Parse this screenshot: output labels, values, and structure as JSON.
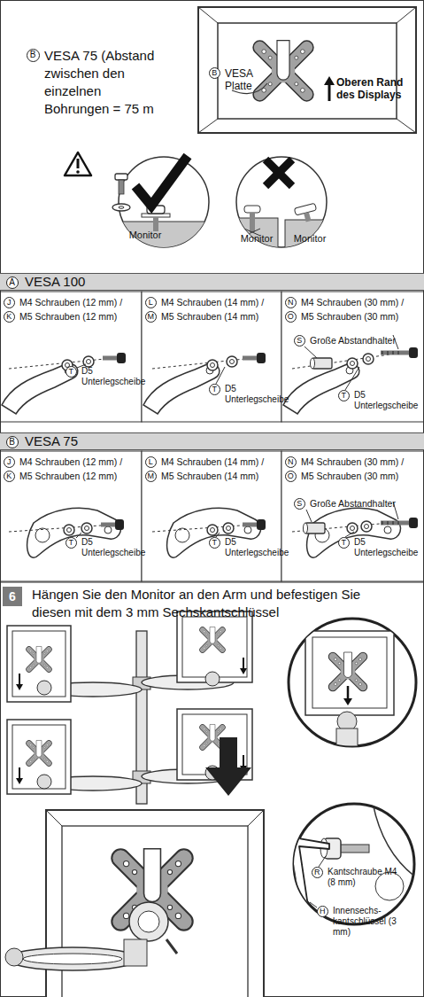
{
  "diagram": {
    "nodes": [
      {
        "text": [
          "B",
          "VESA 75 (Abstand zwischen den einzelnen Bohrungen = 75 m"
        ]
      },
      {
        "text": [
          "Oberen Rand des Displays"
        ]
      },
      {
        "text": [
          "B",
          "VESA Platte"
        ],
        "in": 1
      },
      {
        "text": [
          "Monitor"
        ]
      },
      {
        "text": [
          "Monitor"
        ]
      },
      {
        "text": [
          "Monitor"
        ]
      },
      {
        "text": [
          "VESA 100"
        ]
      },
      {
        "text": [
          "A"
        ],
        "in": 6
      },
      {
        "text": [
          "J",
          "M4 Schrauben (12 mm) /"
        ]
      },
      {
        "text": [
          "K",
          "M5 Schrauben (12 mm)"
        ]
      },
      {
        "text": [
          "T",
          "D5 Unterlegscheibe"
        ]
      },
      {
        "text": [
          "L",
          "M4 Schrauben (14 mm) /"
        ]
      },
      {
        "text": [
          "M",
          "M5 Schrauben (14 mm)"
        ]
      },
      {
        "text": [
          "T",
          "D5 Unterlegscheibe"
        ]
      },
      {
        "text": [
          "N",
          "M4 Schrauben (30 mm) /"
        ]
      },
      {
        "text": [
          "O",
          "M5 Schrauben (30 mm)"
        ]
      },
      {
        "text": [
          "S",
          "Große Abstandhalter"
        ]
      },
      {
        "text": [
          "T",
          "D5 Unterlegscheibe"
        ]
      },
      {
        "text": [
          "VESA 75"
        ]
      },
      {
        "text": [
          "B"
        ],
        "in": 18
      },
      {
        "text": [
          "J",
          "M4 Schrauben (12 mm) /"
        ]
      },
      {
        "text": [
          "K",
          "M5 Schrauben (12 mm)"
        ]
      },
      {
        "text": [
          "T",
          "D5 Unterlegscheibe"
        ]
      },
      {
        "text": [
          "L",
          "M4 Schrauben (14 mm) /"
        ]
      },
      {
        "text": [
          "M",
          "M5 Schrauben (14 mm)"
        ]
      },
      {
        "text": [
          "T",
          "D5 Unterlegscheibe"
        ]
      },
      {
        "text": [
          "N",
          "M4 Schrauben (30 mm) /"
        ]
      },
      {
        "text": [
          "O",
          "M5 Schrauben (30 mm)"
        ]
      },
      {
        "text": [
          "S",
          "Große Abstandhalter"
        ]
      },
      {
        "text": [
          "T",
          "D5 Unterlegscheibe"
        ]
      },
      {
        "text": [
          "Hängen Sie den Monitor an den Arm und befestigen Sie diesen mit dem 3 mm Sechskantschlüssel"
        ]
      },
      {
        "text": [
          "6"
        ],
        "in": 30
      },
      {
        "text": [
          "R",
          "Kantschraube M4 (8 mm)"
        ]
      },
      {
        "text": [
          "H",
          "Innensechs- kantschlüssel (3 mm)"
        ]
      }
    ]
  }
}
